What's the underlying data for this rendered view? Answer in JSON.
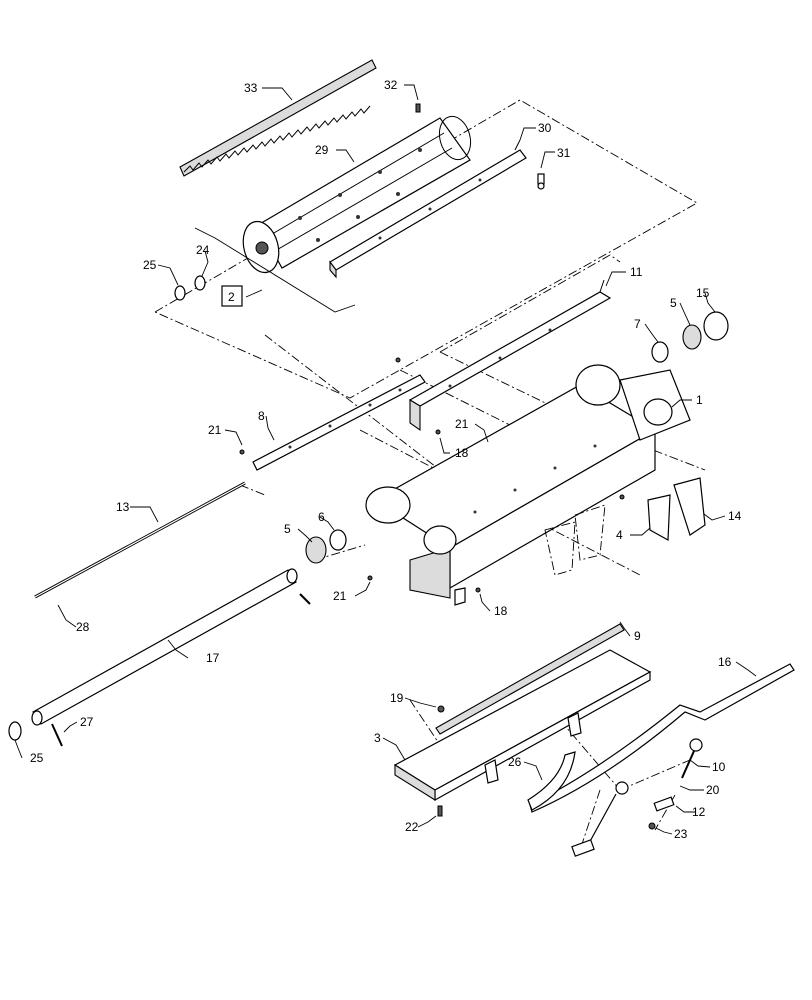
{
  "diagram": {
    "callouts": [
      "33",
      "32",
      "29",
      "30",
      "31",
      "24",
      "25",
      "2",
      "11",
      "15",
      "5",
      "7",
      "1",
      "8",
      "21",
      "21",
      "18",
      "13",
      "6",
      "5",
      "4",
      "14",
      "21",
      "18",
      "28",
      "17",
      "9",
      "16",
      "19",
      "3",
      "26",
      "10",
      "20",
      "12",
      "27",
      "25",
      "22",
      "23"
    ],
    "boxed_callout": "2"
  }
}
